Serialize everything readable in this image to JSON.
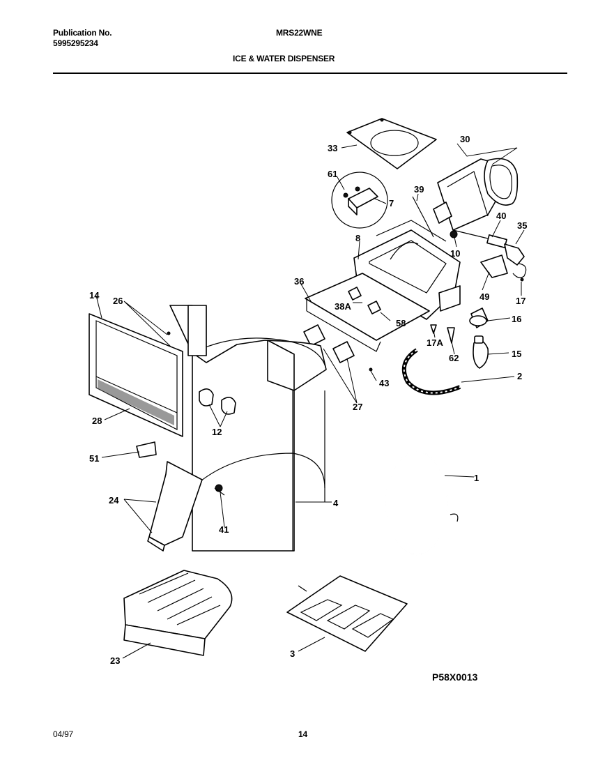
{
  "header": {
    "publication_label": "Publication No.",
    "publication_number": "5995295234",
    "model": "MRS22WNE",
    "section_title": "ICE & WATER DISPENSER"
  },
  "diagram": {
    "drawing_code": "P58X0013",
    "callouts": [
      "33",
      "30",
      "61",
      "39",
      "7",
      "40",
      "35",
      "8",
      "10",
      "36",
      "49",
      "17",
      "14",
      "26",
      "38A",
      "58",
      "16",
      "17A",
      "62",
      "15",
      "2",
      "43",
      "27",
      "28",
      "12",
      "51",
      "1",
      "24",
      "41",
      "4",
      "23",
      "3"
    ]
  },
  "footer": {
    "date": "04/97",
    "page": "14"
  }
}
